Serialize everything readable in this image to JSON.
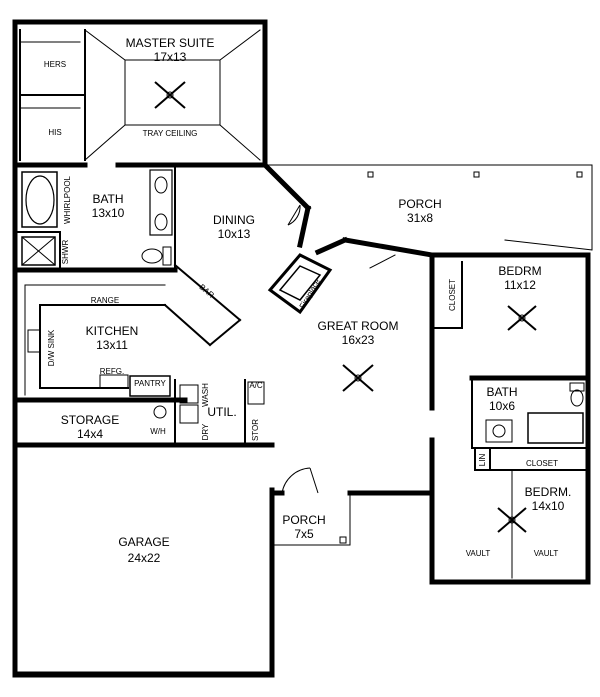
{
  "rooms": {
    "master_suite": {
      "name": "MASTER SUITE",
      "dims": "17x13"
    },
    "hers": "HERS",
    "his": "HIS",
    "tray_ceiling": "TRAY CEILING",
    "bath_master": {
      "name": "BATH",
      "dims": "13x10"
    },
    "whirlpool": "WHIRLPOOL",
    "shwr": "SHWR",
    "dining": {
      "name": "DINING",
      "dims": "10x13"
    },
    "porch_back": {
      "name": "PORCH",
      "dims": "31x8"
    },
    "fireplace": "Fireplace",
    "bar": "BAR",
    "range": "RANGE",
    "kitchen": {
      "name": "KITCHEN",
      "dims": "13x11"
    },
    "dw_sink": "D/W SINK",
    "refg": "REFG.",
    "pantry": "PANTRY",
    "great_room": {
      "name": "GREAT ROOM",
      "dims": "16x23"
    },
    "bedroom_1": {
      "name": "BEDRM",
      "dims": "11x12"
    },
    "closet_1": "CLOSET",
    "bath_2": {
      "name": "BATH",
      "dims": "10x6"
    },
    "closet_2": "CLOSET",
    "lin": "LIN",
    "bedroom_2": {
      "name": "BEDRM.",
      "dims": "14x10"
    },
    "vault_left": "VAULT",
    "vault_right": "VAULT",
    "storage": {
      "name": "STORAGE",
      "dims": "14x4"
    },
    "wh": "W/H",
    "dry": "DRY",
    "wash": "WASH",
    "util": "UTIL.",
    "ac": "A/C",
    "stor": "STOR",
    "garage": {
      "name": "GARAGE",
      "dims": "24x22"
    },
    "porch_front": {
      "name": "PORCH",
      "dims": "7x5"
    }
  }
}
